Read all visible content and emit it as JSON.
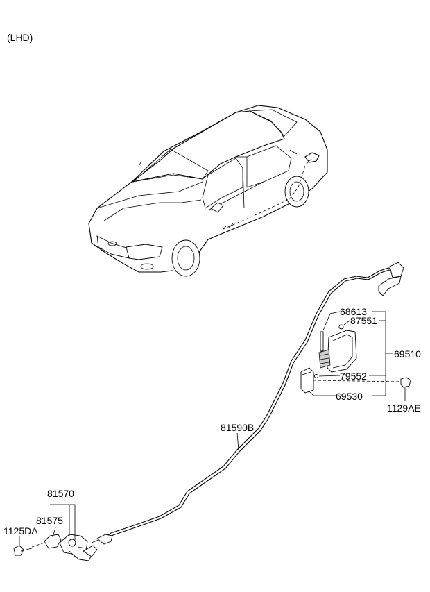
{
  "header": {
    "variant": "(LHD)"
  },
  "callouts": {
    "c68613": "68613",
    "c87551": "87551",
    "c69510": "69510",
    "c79552": "79552",
    "c69530": "69530",
    "c1129AE": "1129AE",
    "c81590B": "81590B",
    "c81570": "81570",
    "c81575": "81575",
    "c1125DA": "1125DA"
  }
}
